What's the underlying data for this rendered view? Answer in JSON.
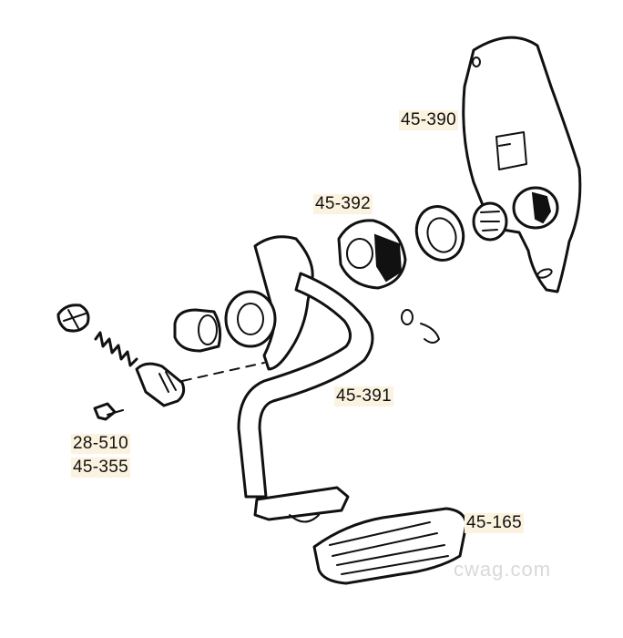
{
  "labels": {
    "bracket": "45-390",
    "gear": "45-392",
    "lever": "45-391",
    "spring_a": "28-510",
    "spring_b": "45-355",
    "pad": "45-165"
  },
  "watermark": "cwag.com"
}
